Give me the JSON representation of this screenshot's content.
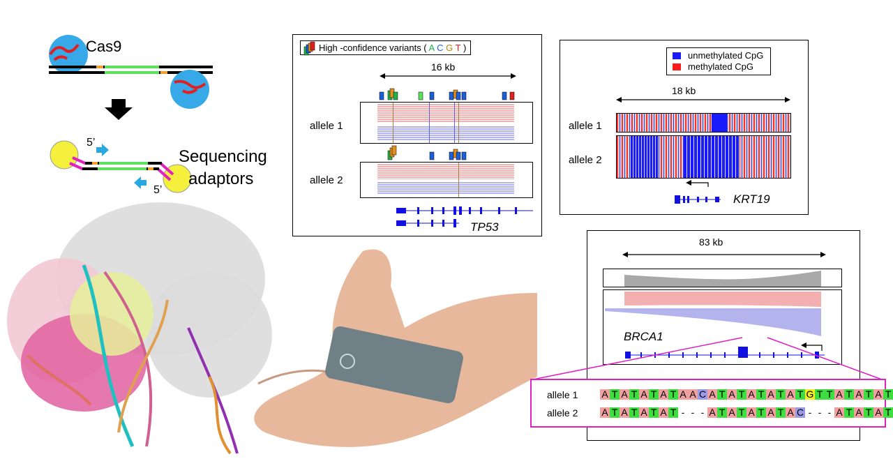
{
  "schematic": {
    "cas9_label": "Cas9",
    "five_prime_top": "5’",
    "five_prime_bottom": "5’",
    "adaptors_label_line1": "Sequencing",
    "adaptors_label_line2": "adaptors"
  },
  "tp53_panel": {
    "legend_text": "High -confidence variants (",
    "legend_close": ")",
    "bases": [
      {
        "letter": "A",
        "color": "#22b24c"
      },
      {
        "letter": "C",
        "color": "#1f5fd6"
      },
      {
        "letter": "G",
        "color": "#b8860b"
      },
      {
        "letter": "T",
        "color": "#e02020"
      }
    ],
    "scale_label": "16 kb",
    "allele1": "allele 1",
    "allele2": "allele 2",
    "gene": "TP53"
  },
  "krt19_panel": {
    "legend_unmethylated": "unmethylated CpG",
    "legend_methylated": "methylated CpG",
    "scale_label": "18 kb",
    "allele1": "allele 1",
    "allele2": "allele 2",
    "gene": "KRT19",
    "colors": {
      "unmethylated": "#1a1aff",
      "methylated": "#ff1a1a"
    }
  },
  "brca1_panel": {
    "scale_label": "83 kb",
    "gene": "BRCA1",
    "allele1": "allele 1",
    "allele2": "allele 2",
    "seq1": "ATATATATAACATATATATATGTTATATATATAT",
    "seq2": "ATATATAT---ATATATATAC---ATATATATAT"
  },
  "colors": {
    "ref_read": "#f2b0b0",
    "alt_read": "#b3b3ee",
    "gene_blue": "#1010e0",
    "arrow_cyan": "#29a8e0",
    "cas9_blue": "#38a9e8",
    "adaptor_yellow": "#f4f03c",
    "adaptor_magenta": "#e020c0",
    "green_segment": "#5ee05e",
    "orange_tick": "#f0a030"
  }
}
